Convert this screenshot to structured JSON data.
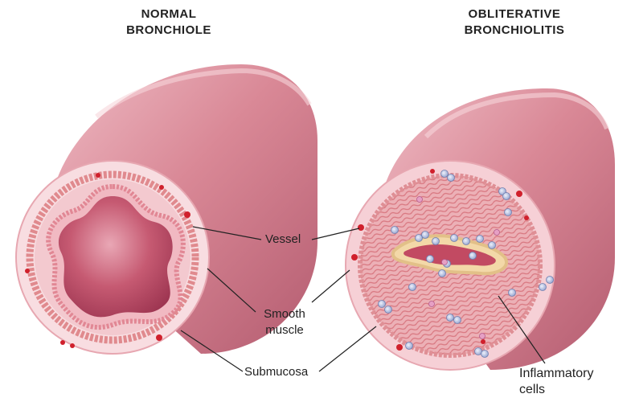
{
  "titles": {
    "left": [
      "NORMAL",
      "BRONCHIOLE"
    ],
    "right": [
      "OBLITERATIVE",
      "BRONCHIOLITIS"
    ]
  },
  "labels": {
    "vessel": "Vessel",
    "smooth_muscle": [
      "Smooth",
      "muscle"
    ],
    "submucosa": "Submucosa",
    "inflammatory_cells": [
      "Inflammatory",
      "cells"
    ]
  },
  "colors": {
    "tube_outer": "#d98896",
    "wall": "#f6d5d9",
    "muscle": "#e08a8e",
    "lumen": "#b84660",
    "vessel": "#d0202c",
    "inflammatory_cell": "#b9c3e0"
  }
}
